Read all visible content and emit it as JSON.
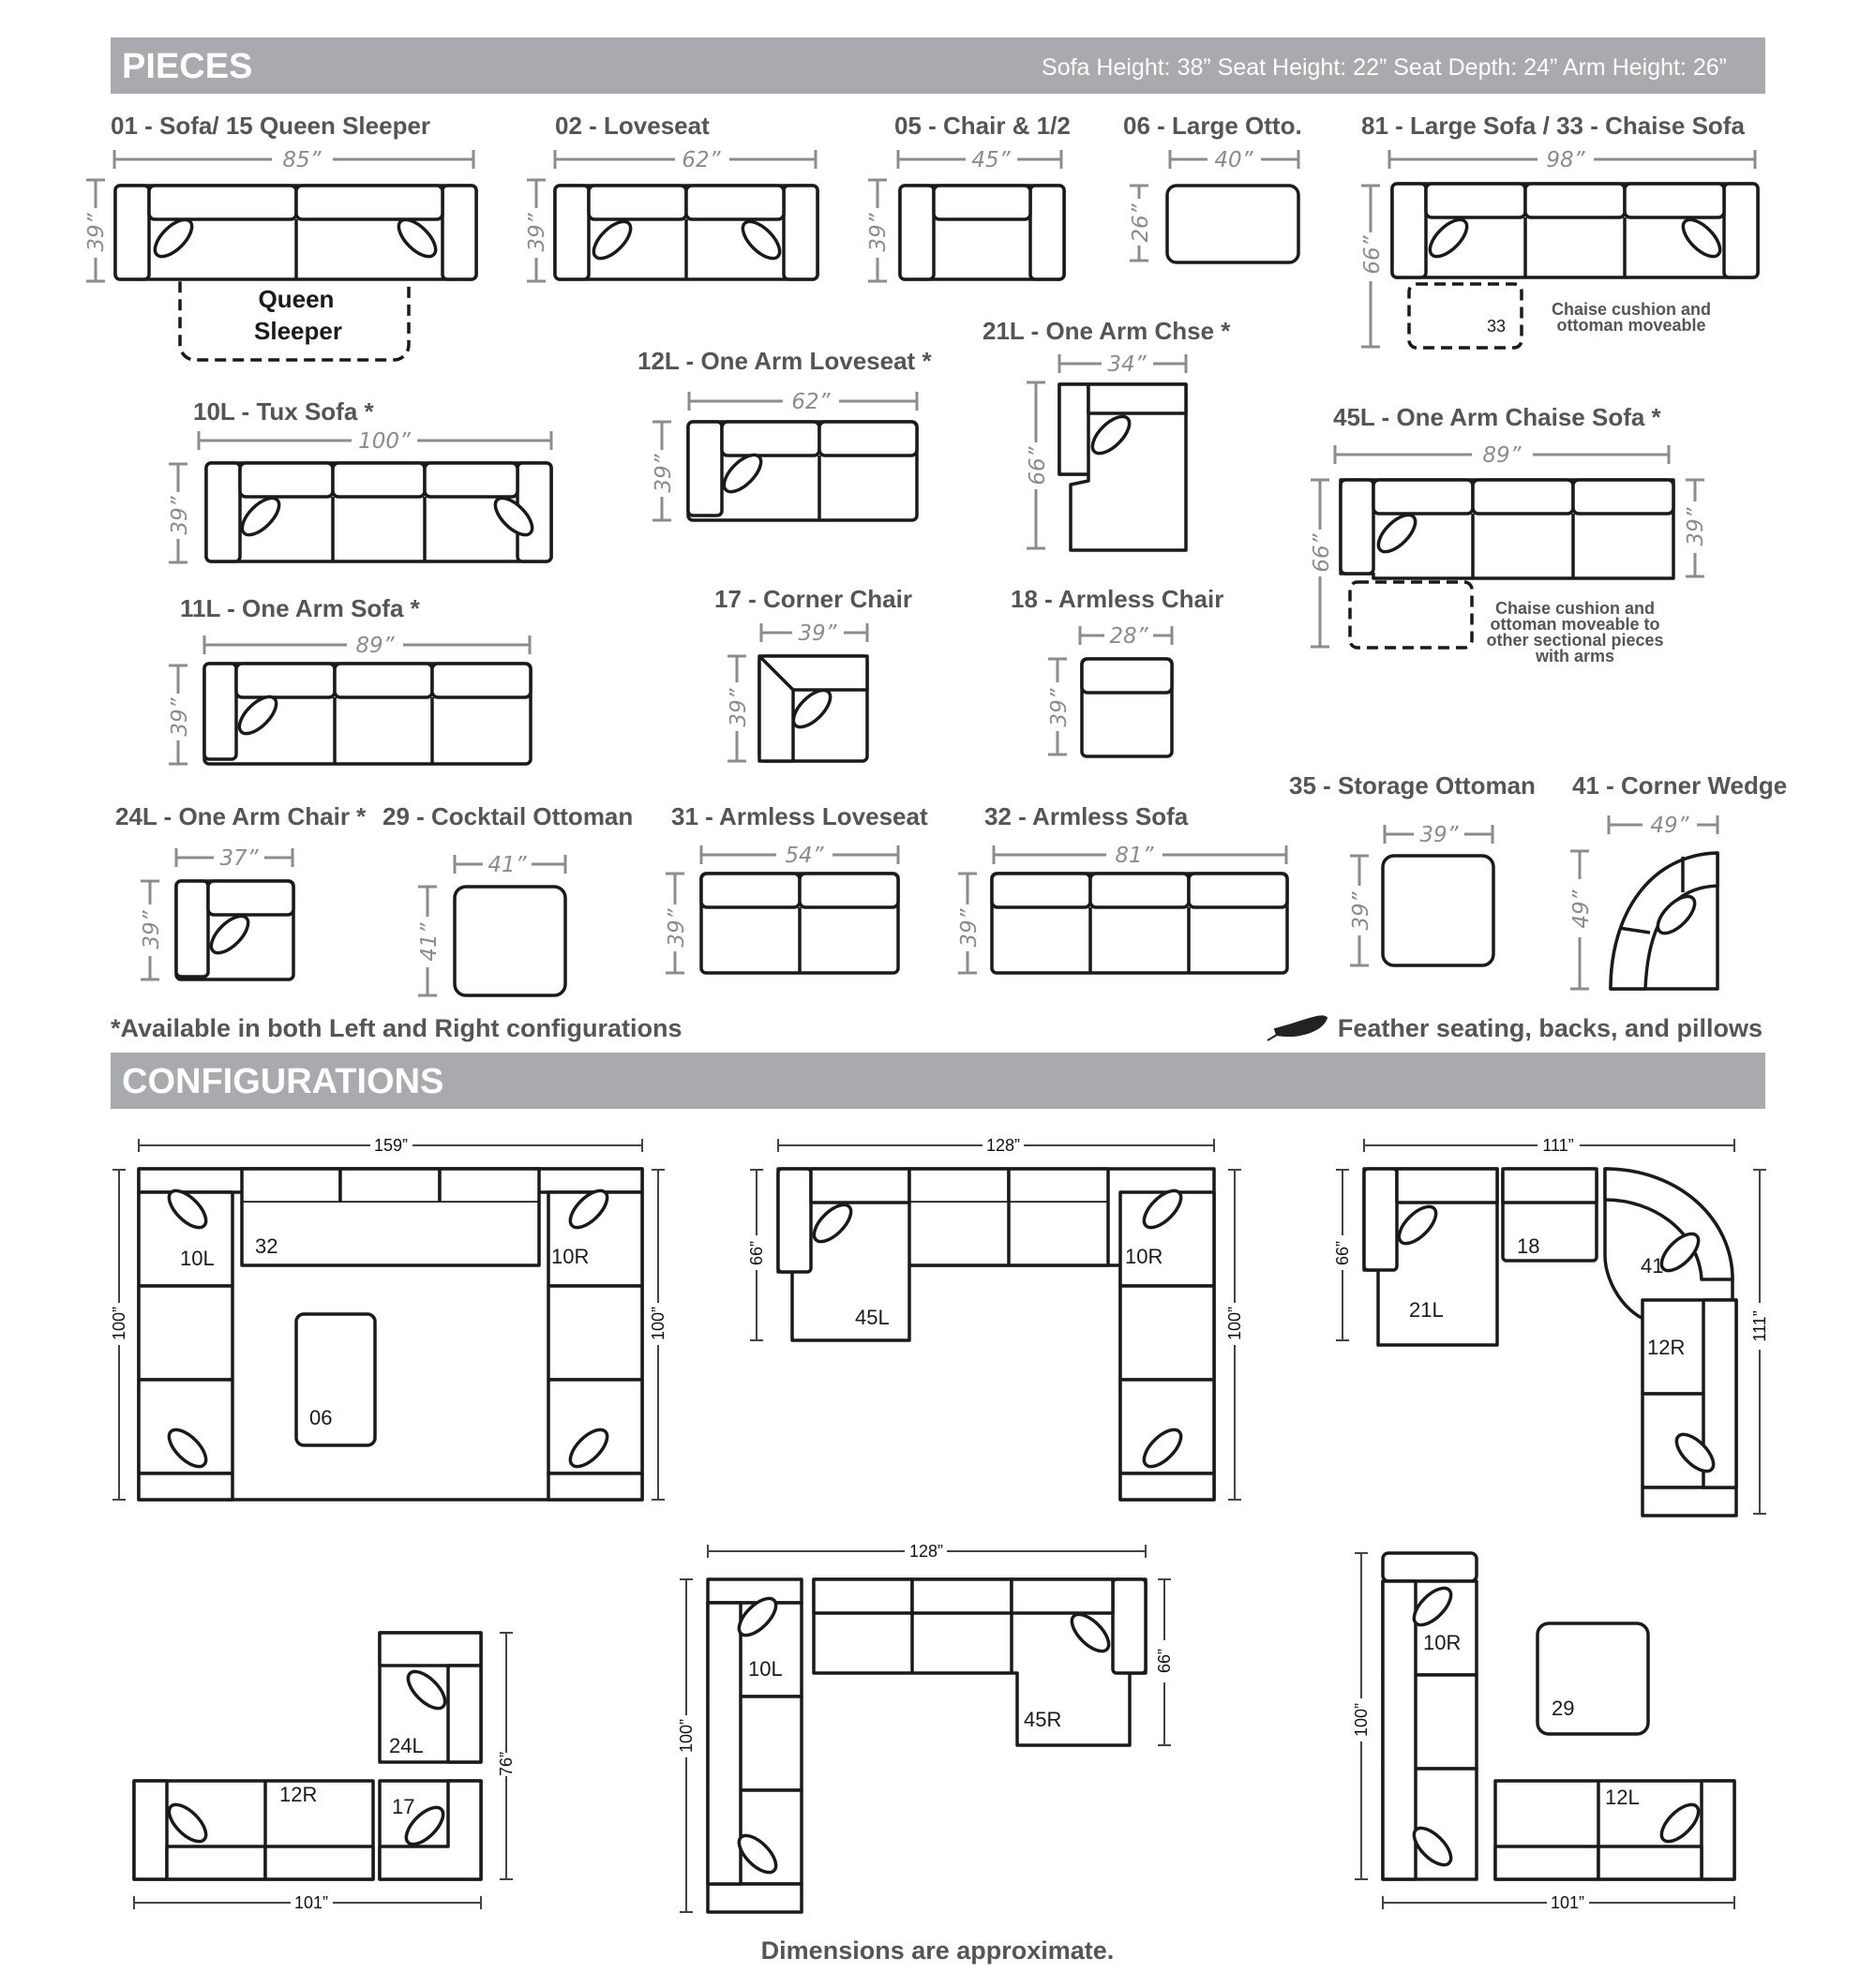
{
  "pieces_header": {
    "title": "PIECES",
    "specs": "Sofa Height: 38”   Seat Height: 22”   Seat Depth: 24”   Arm Height: 26”"
  },
  "configurations_header": {
    "title": "CONFIGURATIONS"
  },
  "pieces": [
    {
      "title": "01 - Sofa/ 15 Queen Sleeper",
      "width": "85”",
      "depth": "39”",
      "inner_label_1": "Queen",
      "inner_label_2": "Sleeper"
    },
    {
      "title": "02 - Loveseat",
      "width": "62”",
      "depth": "39”"
    },
    {
      "title": "05 - Chair & 1/2",
      "width": "45”",
      "depth": "39”"
    },
    {
      "title": "06 - Large Otto.",
      "width": "40”",
      "depth": "26”"
    },
    {
      "title": "81 - Large Sofa / 33 - Chaise Sofa",
      "width": "98”",
      "depth": "66”",
      "inner_label": "33",
      "note_1": "Chaise cushion and",
      "note_2": "ottoman moveable"
    },
    {
      "title": "21L - One Arm Chse *",
      "width": "34”",
      "depth": "66”"
    },
    {
      "title": "12L - One Arm Loveseat *",
      "width": "62”",
      "depth": "39”"
    },
    {
      "title": "10L - Tux Sofa *",
      "width": "100”",
      "depth": "39”"
    },
    {
      "title": "45L - One Arm Chaise Sofa *",
      "width": "89”",
      "depth": "66”",
      "depth_right": "39”",
      "note_1": "Chaise cushion and",
      "note_2": "ottoman moveable to",
      "note_3": "other sectional pieces",
      "note_4": "with arms"
    },
    {
      "title": "11L - One Arm Sofa *",
      "width": "89”",
      "depth": "39”"
    },
    {
      "title": "17 - Corner Chair",
      "width": "39”",
      "depth": "39”"
    },
    {
      "title": "18 - Armless Chair",
      "width": "28”",
      "depth": "39”"
    },
    {
      "title": "24L - One Arm Chair *",
      "width": "37”",
      "depth": "39”"
    },
    {
      "title": "29 - Cocktail Ottoman",
      "width": "41”",
      "depth": "41”"
    },
    {
      "title": "31 - Armless Loveseat",
      "width": "54”",
      "depth": "39”"
    },
    {
      "title": "32 - Armless Sofa",
      "width": "81”",
      "depth": "39”"
    },
    {
      "title": "35 - Storage Ottoman",
      "width": "39”",
      "depth": "39”"
    },
    {
      "title": "41 - Corner Wedge",
      "width": "49”",
      "depth": "49”"
    }
  ],
  "notes": {
    "available": "*Available in both Left and Right configurations",
    "feather": "Feather seating, backs, and pillows"
  },
  "configurations": [
    {
      "width": "159”",
      "depth_left": "100”",
      "depth_right": "100”",
      "labels": [
        "10L",
        "32",
        "10R",
        "06"
      ]
    },
    {
      "width": "128”",
      "depth_left": "66”",
      "depth_right": "100”",
      "labels": [
        "45L",
        "10R"
      ]
    },
    {
      "width": "111”",
      "depth_left": "66”",
      "depth_right": "111”",
      "labels": [
        "18",
        "21L",
        "41",
        "12R"
      ]
    },
    {
      "width": "101”",
      "depth_right": "76”",
      "labels": [
        "24L",
        "12R",
        "17"
      ]
    },
    {
      "width": "128”",
      "depth_left": "100”",
      "depth_right": "66”",
      "labels": [
        "10L",
        "45R"
      ]
    },
    {
      "width": "101”",
      "depth_left": "100”",
      "labels": [
        "10R",
        "29",
        "12L"
      ]
    }
  ],
  "footer": "Dimensions are approximate."
}
